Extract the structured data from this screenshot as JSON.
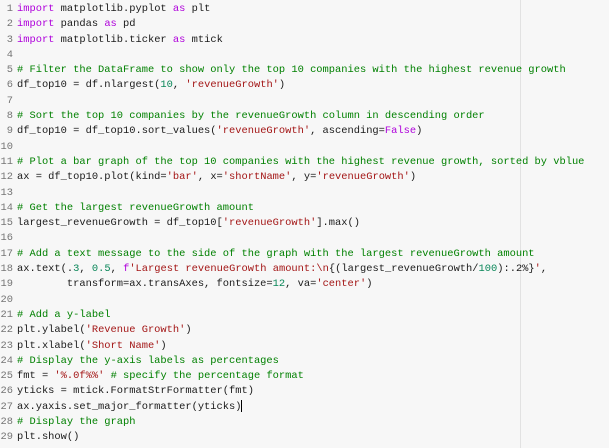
{
  "editor": {
    "cursor_line": 27,
    "lines": [
      [
        [
          "k",
          "import"
        ],
        [
          "p",
          " matplotlib.pyplot "
        ],
        [
          "k",
          "as"
        ],
        [
          "p",
          " plt"
        ]
      ],
      [
        [
          "k",
          "import"
        ],
        [
          "p",
          " pandas "
        ],
        [
          "k",
          "as"
        ],
        [
          "p",
          " pd"
        ]
      ],
      [
        [
          "k",
          "import"
        ],
        [
          "p",
          " matplotlib.ticker "
        ],
        [
          "k",
          "as"
        ],
        [
          "p",
          " mtick"
        ]
      ],
      [],
      [
        [
          "c",
          "# Filter the DataFrame to show only the top 10 companies with the highest revenue growth"
        ]
      ],
      [
        [
          "p",
          "df_top10 = df.nlargest("
        ],
        [
          "n",
          "10"
        ],
        [
          "p",
          ", "
        ],
        [
          "s",
          "'revenueGrowth'"
        ],
        [
          "p",
          ")"
        ]
      ],
      [],
      [
        [
          "c",
          "# Sort the top 10 companies by the revenueGrowth column in descending order"
        ]
      ],
      [
        [
          "p",
          "df_top10 = df_top10.sort_values("
        ],
        [
          "s",
          "'revenueGrowth'"
        ],
        [
          "p",
          ", ascending="
        ],
        [
          "k",
          "False"
        ],
        [
          "p",
          ")"
        ]
      ],
      [],
      [
        [
          "c",
          "# Plot a bar graph of the top 10 companies with the highest revenue growth, sorted by vblue"
        ]
      ],
      [
        [
          "p",
          "ax = df_top10.plot(kind="
        ],
        [
          "s",
          "'bar'"
        ],
        [
          "p",
          ", x="
        ],
        [
          "s",
          "'shortName'"
        ],
        [
          "p",
          ", y="
        ],
        [
          "s",
          "'revenueGrowth'"
        ],
        [
          "p",
          ")"
        ]
      ],
      [],
      [
        [
          "c",
          "# Get the largest revenueGrowth amount"
        ]
      ],
      [
        [
          "p",
          "largest_revenueGrowth = df_top10["
        ],
        [
          "s",
          "'revenueGrowth'"
        ],
        [
          "p",
          "].max()"
        ]
      ],
      [],
      [
        [
          "c",
          "# Add a text message to the side of the graph with the largest revenueGrowth amount"
        ]
      ],
      [
        [
          "p",
          "ax.text(."
        ],
        [
          "n",
          "3"
        ],
        [
          "p",
          ", "
        ],
        [
          "n",
          "0.5"
        ],
        [
          "p",
          ", "
        ],
        [
          "k",
          "f"
        ],
        [
          "s",
          "'Largest revenueGrowth amount:\\n"
        ],
        [
          "p",
          "{(largest_revenueGrowth/"
        ],
        [
          "n",
          "100"
        ],
        [
          "p",
          "):.2%}"
        ],
        [
          "s",
          "'"
        ],
        [
          "p",
          ","
        ]
      ],
      [
        [
          "p",
          "        transform=ax.transAxes, fontsize="
        ],
        [
          "n",
          "12"
        ],
        [
          "p",
          ", va="
        ],
        [
          "s",
          "'center'"
        ],
        [
          "p",
          ")"
        ]
      ],
      [],
      [
        [
          "c",
          "# Add a y-label"
        ]
      ],
      [
        [
          "p",
          "plt.ylabel("
        ],
        [
          "s",
          "'Revenue Growth'"
        ],
        [
          "p",
          ")"
        ]
      ],
      [
        [
          "p",
          "plt.xlabel("
        ],
        [
          "s",
          "'Short Name'"
        ],
        [
          "p",
          ")"
        ]
      ],
      [
        [
          "c",
          "# Display the y-axis labels as percentages"
        ]
      ],
      [
        [
          "p",
          "fmt = "
        ],
        [
          "s",
          "'%.0f%%'"
        ],
        [
          "p",
          " "
        ],
        [
          "c",
          "# specify the percentage format"
        ]
      ],
      [
        [
          "p",
          "yticks = mtick.FormatStrFormatter(fmt)"
        ]
      ],
      [
        [
          "p",
          "ax.yaxis.set_major_formatter(yticks)"
        ]
      ],
      [
        [
          "c",
          "# Display the graph"
        ]
      ],
      [
        [
          "p",
          "plt.show()"
        ]
      ]
    ]
  }
}
